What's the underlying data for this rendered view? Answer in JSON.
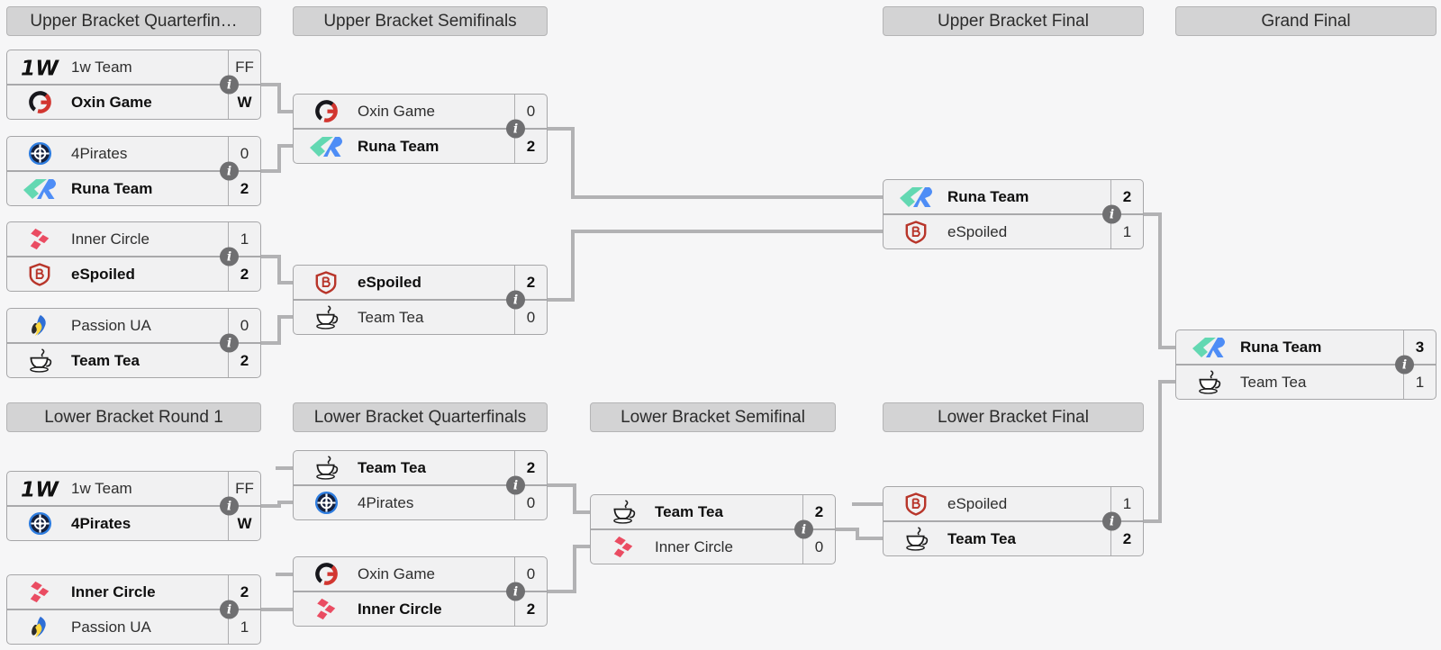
{
  "headers": {
    "ub_qf": "Upper Bracket Quarterfin…",
    "ub_sf": "Upper Bracket Semifinals",
    "ub_f": "Upper Bracket Final",
    "gf": "Grand Final",
    "lb_r1": "Lower Bracket Round 1",
    "lb_qf": "Lower Bracket Quarterfinals",
    "lb_sf": "Lower Bracket Semifinal",
    "lb_f": "Lower Bracket Final"
  },
  "info_icon_glyph": "i",
  "colors": {
    "header_bg": "#d3d3d4",
    "row_bg": "#f1f1f2",
    "connector": "#b2b2b4",
    "oxin_red": "#d23630",
    "runa_teal": "#63d8b2",
    "runa_blue": "#4e8df6",
    "inner_circle_pink": "#ea4c62",
    "espoiled_red": "#b8352a",
    "pirates_blue": "#2e7de0",
    "passion_blue": "#2f6fd6",
    "passion_yellow": "#ffd83d"
  },
  "matches": {
    "ub_qf_1": {
      "top": {
        "name": "1w Team",
        "score": "FF",
        "winner": false,
        "icon": "1w-team-logo"
      },
      "bottom": {
        "name": "Oxin Game",
        "score": "W",
        "winner": true,
        "icon": "oxin-game-logo"
      }
    },
    "ub_qf_2": {
      "top": {
        "name": "4Pirates",
        "score": "0",
        "winner": false,
        "icon": "4pirates-logo"
      },
      "bottom": {
        "name": "Runa Team",
        "score": "2",
        "winner": true,
        "icon": "runa-team-logo"
      }
    },
    "ub_qf_3": {
      "top": {
        "name": "Inner Circle",
        "score": "1",
        "winner": false,
        "icon": "inner-circle-logo"
      },
      "bottom": {
        "name": "eSpoiled",
        "score": "2",
        "winner": true,
        "icon": "espoiled-logo"
      }
    },
    "ub_qf_4": {
      "top": {
        "name": "Passion UA",
        "score": "0",
        "winner": false,
        "icon": "passion-ua-logo"
      },
      "bottom": {
        "name": "Team Tea",
        "score": "2",
        "winner": true,
        "icon": "team-tea-logo"
      }
    },
    "ub_sf_1": {
      "top": {
        "name": "Oxin Game",
        "score": "0",
        "winner": false,
        "icon": "oxin-game-logo"
      },
      "bottom": {
        "name": "Runa Team",
        "score": "2",
        "winner": true,
        "icon": "runa-team-logo"
      }
    },
    "ub_sf_2": {
      "top": {
        "name": "eSpoiled",
        "score": "2",
        "winner": true,
        "icon": "espoiled-logo"
      },
      "bottom": {
        "name": "Team Tea",
        "score": "0",
        "winner": false,
        "icon": "team-tea-logo"
      }
    },
    "ub_f": {
      "top": {
        "name": "Runa Team",
        "score": "2",
        "winner": true,
        "icon": "runa-team-logo"
      },
      "bottom": {
        "name": "eSpoiled",
        "score": "1",
        "winner": false,
        "icon": "espoiled-logo"
      }
    },
    "gf": {
      "top": {
        "name": "Runa Team",
        "score": "3",
        "winner": true,
        "icon": "runa-team-logo"
      },
      "bottom": {
        "name": "Team Tea",
        "score": "1",
        "winner": false,
        "icon": "team-tea-logo"
      }
    },
    "lb_r1_1": {
      "top": {
        "name": "1w Team",
        "score": "FF",
        "winner": false,
        "icon": "1w-team-logo"
      },
      "bottom": {
        "name": "4Pirates",
        "score": "W",
        "winner": true,
        "icon": "4pirates-logo"
      }
    },
    "lb_r1_2": {
      "top": {
        "name": "Inner Circle",
        "score": "2",
        "winner": true,
        "icon": "inner-circle-logo"
      },
      "bottom": {
        "name": "Passion UA",
        "score": "1",
        "winner": false,
        "icon": "passion-ua-logo"
      }
    },
    "lb_qf_1": {
      "top": {
        "name": "Team Tea",
        "score": "2",
        "winner": true,
        "icon": "team-tea-logo"
      },
      "bottom": {
        "name": "4Pirates",
        "score": "0",
        "winner": false,
        "icon": "4pirates-logo"
      }
    },
    "lb_qf_2": {
      "top": {
        "name": "Oxin Game",
        "score": "0",
        "winner": false,
        "icon": "oxin-game-logo"
      },
      "bottom": {
        "name": "Inner Circle",
        "score": "2",
        "winner": true,
        "icon": "inner-circle-logo"
      }
    },
    "lb_sf": {
      "top": {
        "name": "Team Tea",
        "score": "2",
        "winner": true,
        "icon": "team-tea-logo"
      },
      "bottom": {
        "name": "Inner Circle",
        "score": "0",
        "winner": false,
        "icon": "inner-circle-logo"
      }
    },
    "lb_f": {
      "top": {
        "name": "eSpoiled",
        "score": "1",
        "winner": false,
        "icon": "espoiled-logo"
      },
      "bottom": {
        "name": "Team Tea",
        "score": "2",
        "winner": true,
        "icon": "team-tea-logo"
      }
    }
  }
}
